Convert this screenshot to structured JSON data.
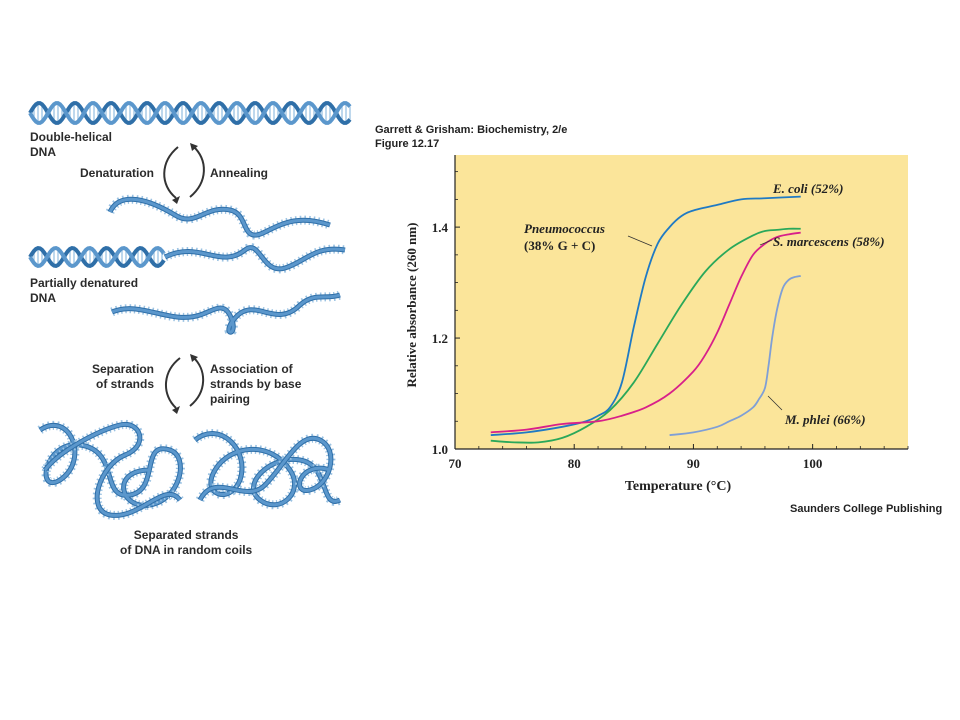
{
  "diagram": {
    "labels": {
      "double_helical": "Double-helical\nDNA",
      "denaturation": "Denaturation",
      "annealing": "Annealing",
      "partially_denatured": "Partially denatured\nDNA",
      "separation": "Separation\nof strands",
      "association": "Association of\nstrands by base\npairing",
      "separated": "Separated strands\nof DNA in random coils"
    },
    "colors": {
      "strand": "#5b97cc",
      "strand_dark": "#2f6fa8",
      "bases": "#9cc3e3"
    }
  },
  "header": {
    "source": "Garrett & Grisham: Biochemistry, 2/e",
    "figure": "Figure 12.17"
  },
  "footer": {
    "publisher": "Saunders College Publishing"
  },
  "chart_data": {
    "type": "line",
    "xlabel": "Temperature (°C)",
    "ylabel": "Relative absorbance (260 nm)",
    "xlim": [
      70,
      108
    ],
    "ylim": [
      1.0,
      1.53
    ],
    "xticks": [
      70,
      80,
      90,
      100
    ],
    "yticks": [
      1.0,
      1.2,
      1.4
    ],
    "background": "#fbe59a",
    "grid": false,
    "series": [
      {
        "name": "Pneumococcus",
        "label_lines": [
          "Pneumococcus",
          "(38% G + C)"
        ],
        "color": "#1f7ac4",
        "x": [
          73,
          76,
          79,
          81,
          82,
          83,
          84,
          85,
          86,
          87,
          88,
          89,
          90,
          92,
          94,
          96,
          99
        ],
        "y": [
          1.025,
          1.03,
          1.04,
          1.05,
          1.06,
          1.075,
          1.12,
          1.22,
          1.31,
          1.37,
          1.4,
          1.42,
          1.43,
          1.44,
          1.45,
          1.452,
          1.455
        ]
      },
      {
        "name": "E. coli (52%)",
        "color": "#2aa85a",
        "x": [
          73,
          75,
          77,
          79,
          81,
          83,
          85,
          87,
          89,
          91,
          93,
          95,
          96,
          97,
          98,
          99
        ],
        "y": [
          1.015,
          1.012,
          1.012,
          1.02,
          1.04,
          1.07,
          1.12,
          1.19,
          1.26,
          1.32,
          1.36,
          1.385,
          1.393,
          1.395,
          1.397,
          1.397
        ]
      },
      {
        "name": "S. marcescens (58%)",
        "color": "#d8208a",
        "x": [
          73,
          76,
          79,
          82,
          84,
          86,
          88,
          90,
          91,
          92,
          93,
          94,
          95,
          96,
          97,
          98,
          99
        ],
        "y": [
          1.03,
          1.035,
          1.045,
          1.05,
          1.06,
          1.075,
          1.1,
          1.14,
          1.17,
          1.21,
          1.26,
          1.31,
          1.35,
          1.37,
          1.382,
          1.387,
          1.39
        ]
      },
      {
        "name": "M. phlei (66%)",
        "color": "#7f9fd6",
        "x": [
          88,
          90,
          92,
          93,
          94,
          95,
          95.5,
          96,
          96.3,
          96.6,
          97,
          97.5,
          98,
          98.5,
          99
        ],
        "y": [
          1.025,
          1.03,
          1.04,
          1.05,
          1.06,
          1.075,
          1.09,
          1.11,
          1.15,
          1.2,
          1.25,
          1.29,
          1.305,
          1.31,
          1.312
        ]
      }
    ]
  }
}
